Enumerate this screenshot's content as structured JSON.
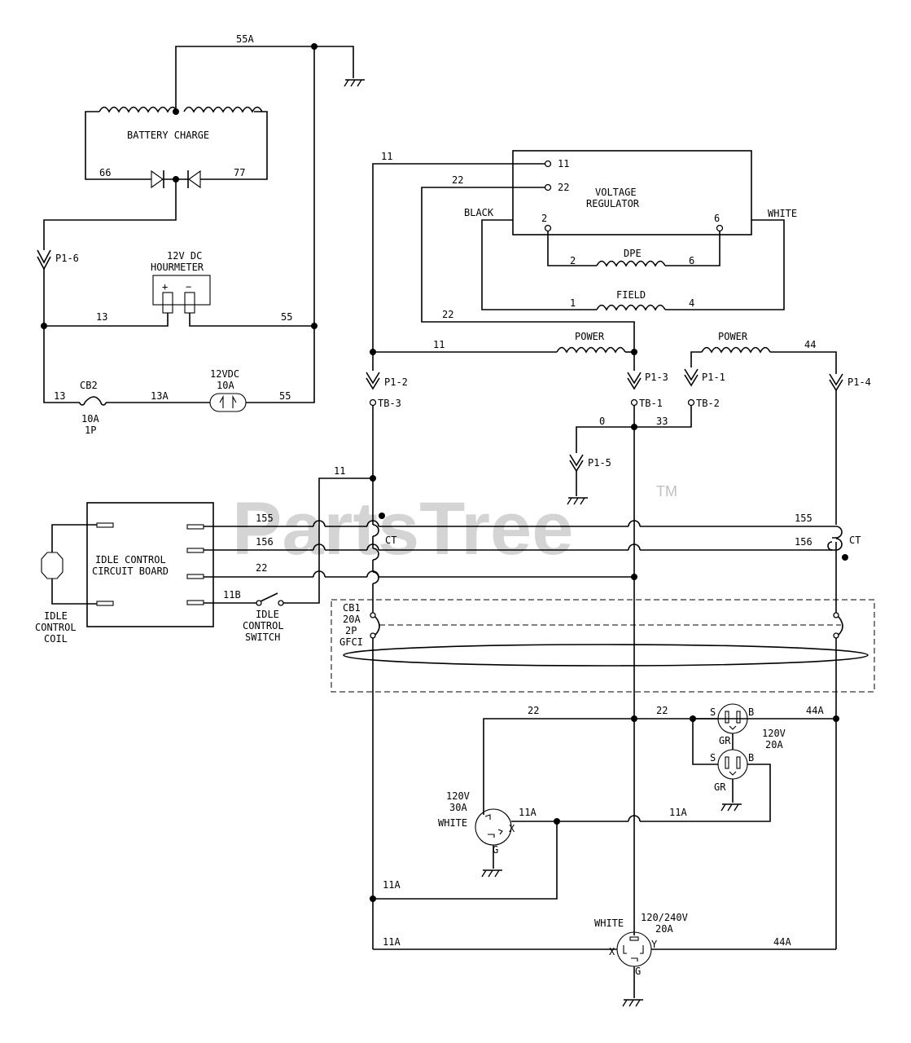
{
  "watermark": {
    "text": "PartsTree",
    "trademark": "TM"
  },
  "battery_charge": {
    "title": "BATTERY CHARGE",
    "wire_top": "55A",
    "left_wire": "66",
    "right_wire": "77"
  },
  "connectors": {
    "p1_6": "P1-6",
    "p1_2": "P1-2",
    "p1_3": "P1-3",
    "p1_1": "P1-1",
    "p1_4": "P1-4",
    "p1_5": "P1-5",
    "tb_3": "TB-3",
    "tb_1": "TB-1",
    "tb_2": "TB-2"
  },
  "hourmeter": {
    "line1": "12V DC",
    "line2": "HOURMETER",
    "plus": "+",
    "minus": "−"
  },
  "wires": {
    "w13": "13",
    "w55": "55",
    "w13b": "13",
    "w13a": "13A",
    "w55b": "55",
    "w11_top": "11",
    "w22_top": "22",
    "w22_left": "22",
    "w11_power": "11",
    "w44": "44",
    "w0": "0",
    "w33": "33",
    "w11_mid": "11",
    "w155_l": "155",
    "w156_l": "156",
    "w22_mid": "22",
    "w11b": "11B",
    "w155_r": "155",
    "w156_r": "156",
    "w22_out1": "22",
    "w22_out2": "22",
    "w44a_top": "44A",
    "w11a_1": "11A",
    "w11a_2": "11A",
    "w11a_3": "11A",
    "w11a_4": "11A",
    "w44a_bot": "44A",
    "dpe_2": "2",
    "dpe_6": "6",
    "field_1": "1",
    "field_4": "4"
  },
  "cb2": {
    "name": "CB2",
    "rating": "10A",
    "poles": "1P"
  },
  "fuse": {
    "line1": "12VDC",
    "line2": "10A"
  },
  "voltage_regulator": {
    "line1": "VOLTAGE",
    "line2": "REGULATOR",
    "t11": "11",
    "t22": "22",
    "t2": "2",
    "t6": "6",
    "black": "BLACK",
    "white": "WHITE"
  },
  "windings": {
    "dpe": "DPE",
    "field": "FIELD",
    "power_left": "POWER",
    "power_right": "POWER"
  },
  "idle_control": {
    "board_line1": "IDLE CONTROL",
    "board_line2": "CIRCUIT BOARD",
    "coil_line1": "IDLE",
    "coil_line2": "CONTROL",
    "coil_line3": "COIL",
    "switch_line1": "IDLE",
    "switch_line2": "CONTROL",
    "switch_line3": "SWITCH"
  },
  "ct": {
    "left": "CT",
    "right": "CT"
  },
  "cb1": {
    "name": "CB1",
    "rating": "20A",
    "poles": "2P",
    "type": "GFCI"
  },
  "receptacles": {
    "duplex_rating": "120V",
    "duplex_amps": "20A",
    "duplex_s1": "S",
    "duplex_b1": "B",
    "duplex_gr1": "GR",
    "duplex_s2": "S",
    "duplex_b2": "B",
    "duplex_gr2": "GR",
    "twist_rating": "120V",
    "twist_amps": "30A",
    "twist_white": "WHITE",
    "twist_x": "X",
    "twist_g": "G",
    "main_rating": "120/240V",
    "main_amps": "20A",
    "main_white": "WHITE",
    "main_x": "X",
    "main_y": "Y",
    "main_g": "G"
  }
}
